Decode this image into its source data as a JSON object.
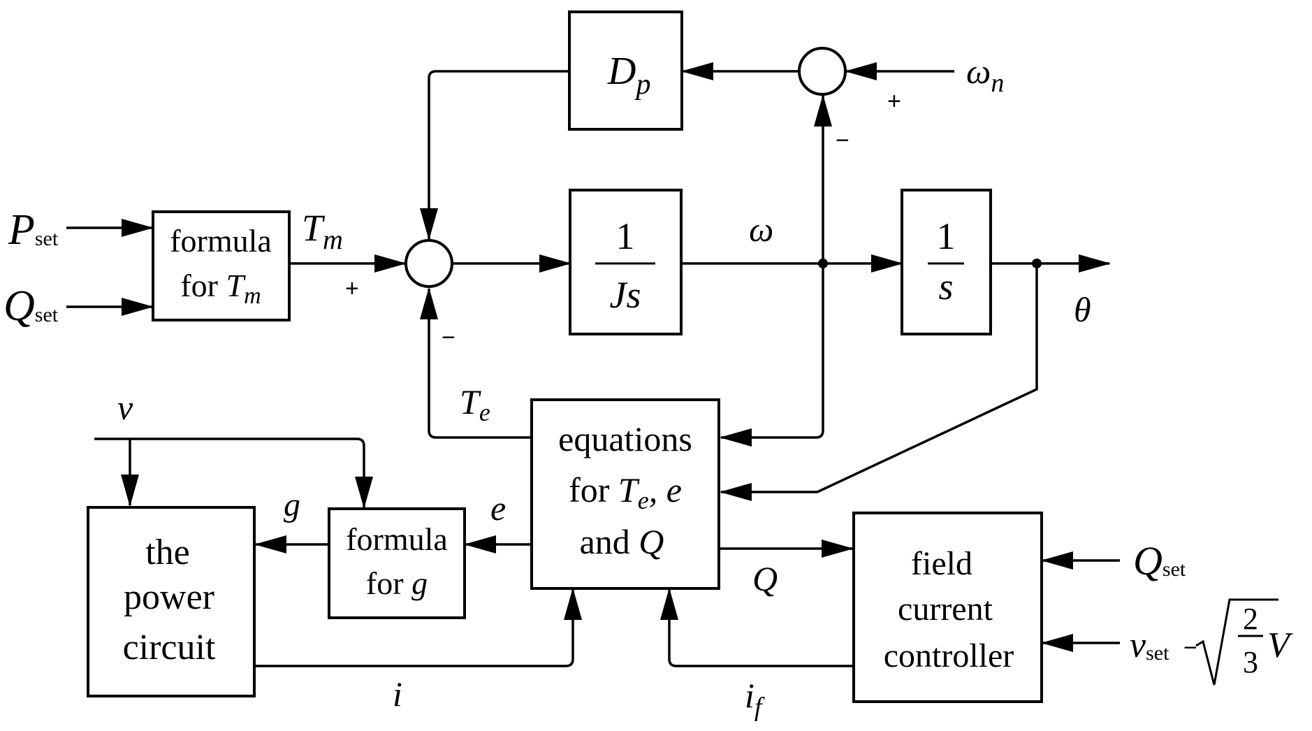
{
  "blocks": {
    "formula_tm": {
      "line1": "formula",
      "line2_prefix": "for ",
      "line2_sym": "T",
      "line2_sub": "m"
    },
    "inertia": {
      "numerator": "1",
      "denominator": "Js"
    },
    "integrator": {
      "numerator": "1",
      "denominator": "s"
    },
    "damping": {
      "sym": "D",
      "sub": "p"
    },
    "equations": {
      "line1": "equations",
      "line2_prefix": "for ",
      "line2_sym": "T",
      "line2_sub": "e",
      "line2_suffix": ", e",
      "line3_prefix": "and ",
      "line3_sym": "Q"
    },
    "formula_g": {
      "line1": "formula",
      "line2_prefix": "for ",
      "line2_sym": "g"
    },
    "power_circuit": {
      "line1": "the",
      "line2": "power",
      "line3": "circuit"
    },
    "field_controller": {
      "line1": "field",
      "line2": "current",
      "line3": "controller"
    }
  },
  "signals": {
    "p_set": {
      "sym": "P",
      "sub": "set"
    },
    "q_set_left": {
      "sym": "Q",
      "sub": "set"
    },
    "tm": {
      "sym": "T",
      "sub": "m"
    },
    "omega": "ω",
    "omega_n": {
      "sym": "ω",
      "sub": "n"
    },
    "theta": "θ",
    "te": {
      "sym": "T",
      "sub": "e"
    },
    "v": "v",
    "g": "g",
    "e": "e",
    "q": "Q",
    "i": "i",
    "if": {
      "sym": "i",
      "sub": "f"
    },
    "q_set_right": {
      "sym": "Q",
      "sub": "set"
    },
    "vref": {
      "sym": "v",
      "sub": "set",
      "minus": "−",
      "frac_num": "2",
      "frac_den": "3",
      "tail": "V"
    }
  },
  "signs": {
    "sum1_plus": "+",
    "sum1_minus": "−",
    "sum2_plus": "+",
    "sum2_minus": "−"
  }
}
